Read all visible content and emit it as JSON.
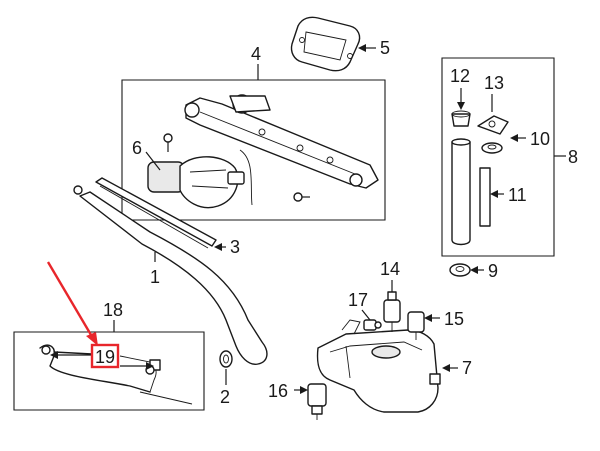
{
  "callouts": {
    "c1": "1",
    "c2": "2",
    "c3": "3",
    "c4": "4",
    "c5": "5",
    "c6": "6",
    "c7": "7",
    "c8": "8",
    "c9": "9",
    "c10": "10",
    "c11": "11",
    "c12": "12",
    "c13": "13",
    "c14": "14",
    "c15": "15",
    "c16": "16",
    "c17": "17",
    "c18": "18",
    "c19": "19"
  },
  "colors": {
    "highlight": "#e8262b",
    "line": "#1a1a1a"
  },
  "highlighted_callout": "19"
}
